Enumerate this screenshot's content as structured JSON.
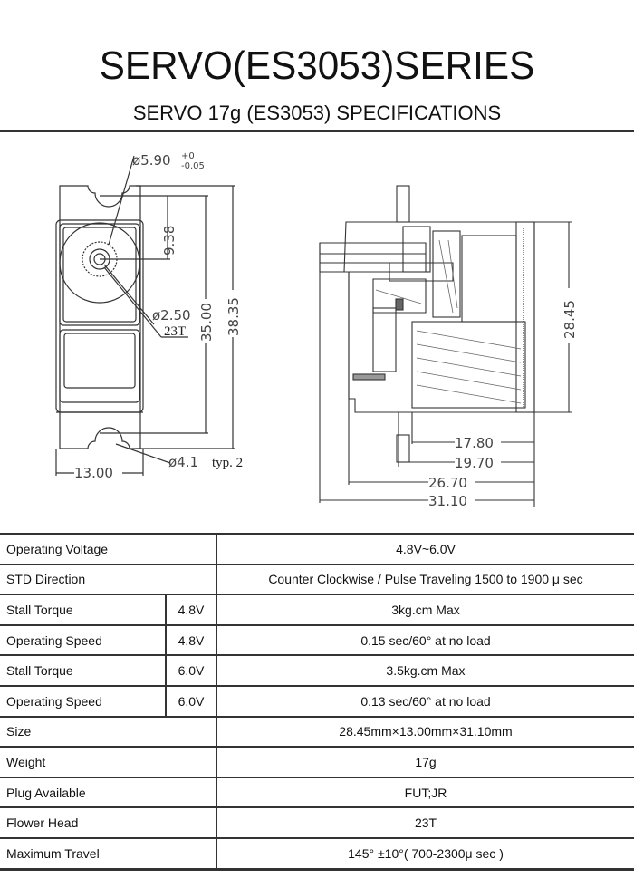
{
  "header": {
    "title": "SERVO(ES3053)SERIES",
    "subtitle": "SERVO 17g (ES3053) SPECIFICATIONS"
  },
  "drawing": {
    "front_view": {
      "spline_diameter": "ø5.90",
      "tol_upper": "+0",
      "tol_lower": "-0.05",
      "shaft_offset": "9.38",
      "hole_diameter": "ø2.50",
      "teeth": "23T",
      "hole_pitch": "35.00",
      "total_length": "38.35",
      "mount_hole": "ø4.1",
      "mount_hole_note": "typ. 2",
      "width": "13.00"
    },
    "side_view": {
      "height": "28.45",
      "dim_a": "17.80",
      "dim_b": "19.70",
      "dim_c": "26.70",
      "dim_d": "31.10"
    }
  },
  "specs": [
    {
      "label": "Operating Voltage",
      "voltage": "",
      "value": "4.8V~6.0V"
    },
    {
      "label": "STD Direction",
      "voltage": "",
      "value": "Counter Clockwise / Pulse Traveling 1500 to 1900 μ sec"
    },
    {
      "label": "Stall Torque",
      "voltage": "4.8V",
      "value": "3kg.cm Max"
    },
    {
      "label": "Operating Speed",
      "voltage": "4.8V",
      "value": "0.15 sec/60° at no load"
    },
    {
      "label": "Stall Torque",
      "voltage": "6.0V",
      "value": "3.5kg.cm Max"
    },
    {
      "label": "Operating Speed",
      "voltage": "6.0V",
      "value": "0.13 sec/60° at no load"
    },
    {
      "label": "Size",
      "voltage": "",
      "value": "28.45mm×13.00mm×31.10mm"
    },
    {
      "label": "Weight",
      "voltage": "",
      "value": "17g"
    },
    {
      "label": "Plug Available",
      "voltage": "",
      "value": "FUT;JR"
    },
    {
      "label": "Flower Head",
      "voltage": "",
      "value": "23T"
    },
    {
      "label": "Maximum Travel",
      "voltage": "",
      "value": "145° ±10°( 700-2300μ sec )"
    }
  ]
}
